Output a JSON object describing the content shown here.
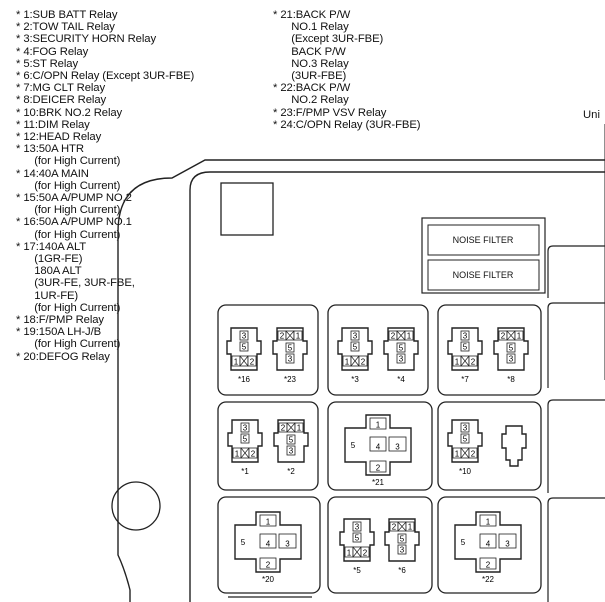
{
  "legend_left": [
    "* 1:SUB BATT Relay",
    "* 2:TOW TAIL Relay",
    "* 3:SECURITY HORN Relay",
    "* 4:FOG Relay",
    "* 5:ST Relay",
    "* 6:C/OPN Relay (Except 3UR-FBE)",
    "* 7:MG CLT Relay",
    "* 8:DEICER Relay",
    "* 10:BRK NO.2 Relay",
    "* 11:DIM Relay",
    "* 12:HEAD Relay",
    "* 13:50A HTR",
    "      (for High Current)",
    "* 14:40A MAIN",
    "      (for High Current)",
    "* 15:50A A/PUMP NO.2",
    "      (for High Current)",
    "* 16:50A A/PUMP NO.1",
    "      (for High Current)",
    "* 17:140A ALT",
    "      (1GR-FE)",
    "      180A ALT",
    "      (3UR-FE, 3UR-FBE,",
    "      1UR-FE)",
    "      (for High Current)",
    "* 18:F/PMP Relay",
    "* 19:150A LH-J/B",
    "      (for High Current)",
    "* 20:DEFOG Relay"
  ],
  "legend_right": [
    "* 21:BACK P/W",
    "      NO.1 Relay",
    "      (Except 3UR-FBE)",
    "      BACK P/W",
    "      NO.3 Relay",
    "      (3UR-FBE)",
    "* 22:BACK P/W",
    "      NO.2 Relay",
    "* 23:F/PMP VSV Relay",
    "* 24:C/OPN Relay (3UR-FBE)"
  ],
  "cut_label": "Uni",
  "noise_filters": [
    "NOISE FILTER",
    "NOISE FILTER"
  ],
  "relay_labels": {
    "r16": "*16",
    "r23": "*23",
    "r3": "*3",
    "r4": "*4",
    "r7": "*7",
    "r8": "*8",
    "r1": "*1",
    "r2": "*2",
    "r21": "*21",
    "r10": "*10",
    "r20": "*20",
    "r5": "*5",
    "r6": "*6",
    "r22": "*22"
  },
  "pin_labels": {
    "p1": "1",
    "p2": "2",
    "p3": "3",
    "p4": "4",
    "p5": "5"
  }
}
